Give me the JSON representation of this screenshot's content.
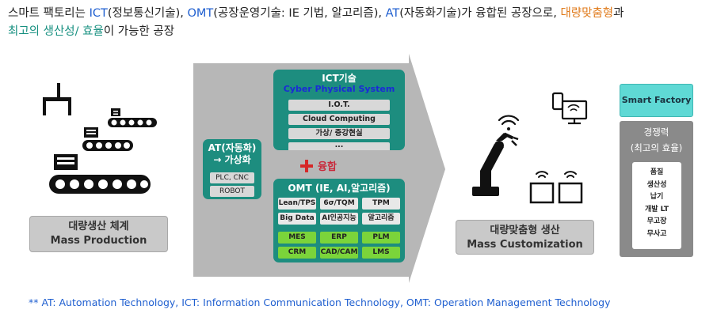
{
  "intro": {
    "line1_a": "스마트 팩토리는 ",
    "line1_ict": "ICT",
    "line1_b": "(정보통신기술), ",
    "line1_omt": "OMT",
    "line1_c": "(공장운영기술: IE 기법, 알고리즘), ",
    "line1_at": "AT",
    "line1_d": "(자동화기술)가 융합된 공장으로, ",
    "line1_mass": "대량맞춤형",
    "line1_e": "과",
    "line2_a": "최고의 생산성/ 효율",
    "line2_b": "이 가능한 공장"
  },
  "mass_production": {
    "line1": "대량생산 체계",
    "line2": "Mass Production"
  },
  "ict": {
    "title": "ICT기술",
    "subtitle": "Cyber Physical System",
    "items": [
      "I.O.T.",
      "Cloud Computing",
      "가상/ 증강현실",
      "..."
    ]
  },
  "at": {
    "line1": "AT(자동화)",
    "line2": "→ 가상화",
    "items": [
      "PLC, CNC",
      "ROBOT"
    ]
  },
  "fusion": {
    "label": "융합"
  },
  "omt": {
    "title": "OMT (IE, AI,알고리즘)",
    "grey_cells": [
      "Lean/TPS",
      "6σ/TQM",
      "TPM",
      "Big Data",
      "AI인공지능",
      "알고리즘"
    ],
    "green_cells": [
      "MES",
      "ERP",
      "PLM",
      "CRM",
      "CAD/CAM",
      "LMS"
    ]
  },
  "mass_customization": {
    "line1": "대량맞춤형 생산",
    "line2": "Mass Customization"
  },
  "smart_factory": {
    "label": "Smart Factory"
  },
  "competitiveness": {
    "title": "경쟁력",
    "subtitle": "(최고의 효율)",
    "items": [
      "품질",
      "생산성",
      "납기",
      "개발 LT",
      "무고장",
      "무사고"
    ]
  },
  "footnote": "** AT: Automation Technology, ICT: Information Communication Technology, OMT: Operation Management Technology",
  "colors": {
    "teal": "#1d8d7f",
    "blue": "#1f5fd0",
    "orange": "#e07a1a",
    "green": "#7bd43a",
    "cyan": "#5fd9d5",
    "arrow": "#b7b7b7"
  }
}
